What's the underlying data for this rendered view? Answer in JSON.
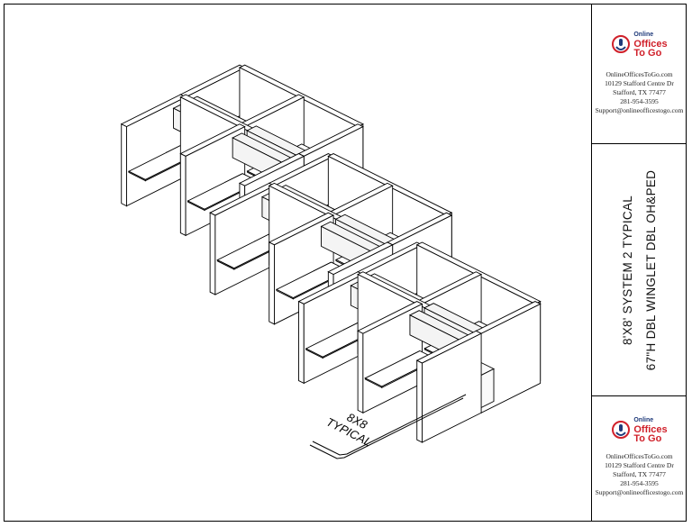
{
  "drawing": {
    "label_line1": "8X8",
    "label_line2": "TYPICAL"
  },
  "title_block": {
    "logo": {
      "line1": "Online",
      "line2": "Offices",
      "line3": "To Go",
      "colors": {
        "red": "#d0202a",
        "blue": "#1f3a7a"
      }
    },
    "contact": [
      "OnlineOfficesToGo.com",
      "10129 Stafford Centre Dr",
      "Stafford, TX 77477",
      "281-954-3595",
      "Support@onlineofficestogo.com"
    ],
    "title_line1": "8'X8' SYSTEM 2 TYPICAL",
    "title_line2": "67\"H DBL WINGLET DBL OH&PED"
  }
}
